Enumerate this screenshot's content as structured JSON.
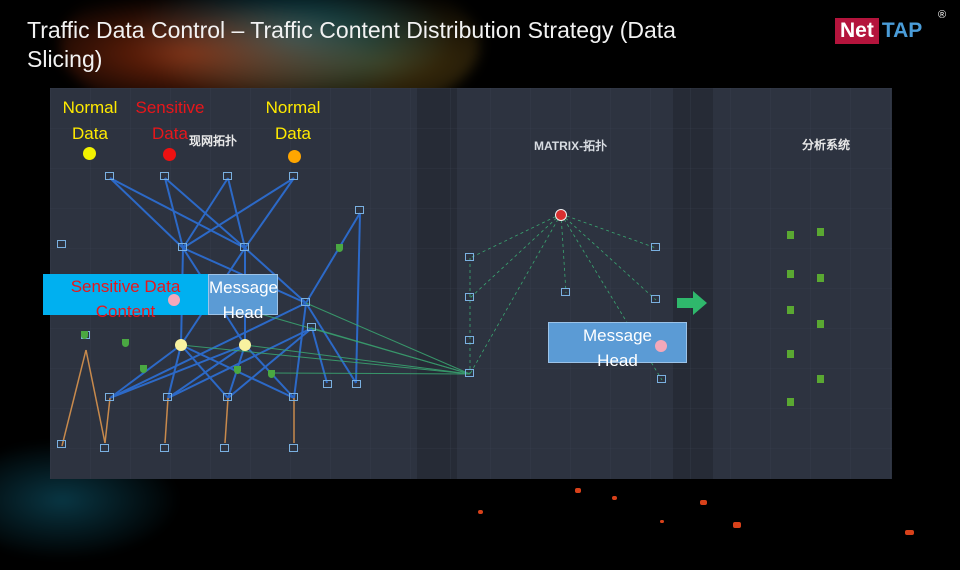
{
  "slide": {
    "title": "Traffic Data Control – Traffic Content Distribution Strategy (Data Slicing)"
  },
  "logo": {
    "net": "Net",
    "tap": "TAP",
    "mark": "®"
  },
  "sections": {
    "existing_topology": "现网拓扑",
    "matrix_topology": "MATRIX-拓扑",
    "analysis_system": "分析系统"
  },
  "legend": [
    {
      "line1": "Normal",
      "line2": "Data",
      "color": "#ffea00",
      "dot": "#f2f200"
    },
    {
      "line1": "Sensitive",
      "line2": "Data",
      "color": "#e8161a",
      "dot": "#ee1111"
    },
    {
      "line1": "Normal",
      "line2": "Data",
      "color": "#ffea00",
      "dot": "#ffa600"
    }
  ],
  "callouts": {
    "sensitive_content": "Sensitive Data Content",
    "message_head_left": "Message Head",
    "message_head_right": "Message Head"
  },
  "colors": {
    "canvas": "#2d3340",
    "link_blue": "#2c6fd6",
    "link_green": "#3aa872",
    "sensitive_box": "#00b0f0",
    "message_box": "#5b9bd5"
  }
}
